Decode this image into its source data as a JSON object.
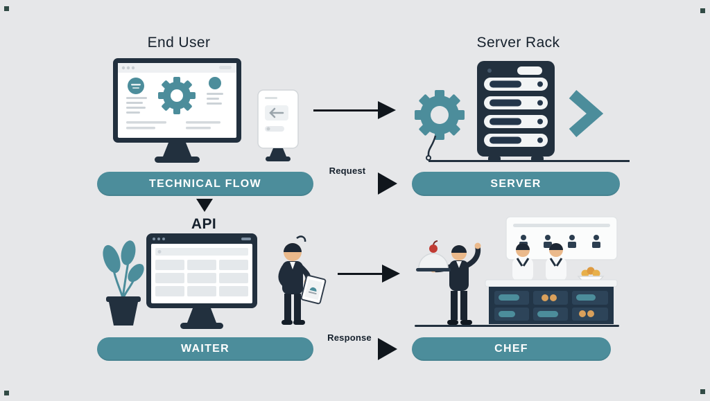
{
  "titles": {
    "end_user": "End User",
    "server_rack": "Server Rack"
  },
  "pills": {
    "technical_flow": "TECHNICAL FLOW",
    "server": "SERVER",
    "waiter": "WAITER",
    "chef": "CHEF"
  },
  "labels": {
    "request": "Request",
    "response": "Response",
    "api": "API"
  },
  "colors": {
    "teal": "#4c8d9b",
    "navy": "#22303e",
    "background": "#e6e7e9",
    "arrow_black": "#10161c",
    "skin": "#eab98b",
    "cherry_red": "#c13c34",
    "fruit_orange": "#e0a44e",
    "pill_text": "#ffffff"
  }
}
